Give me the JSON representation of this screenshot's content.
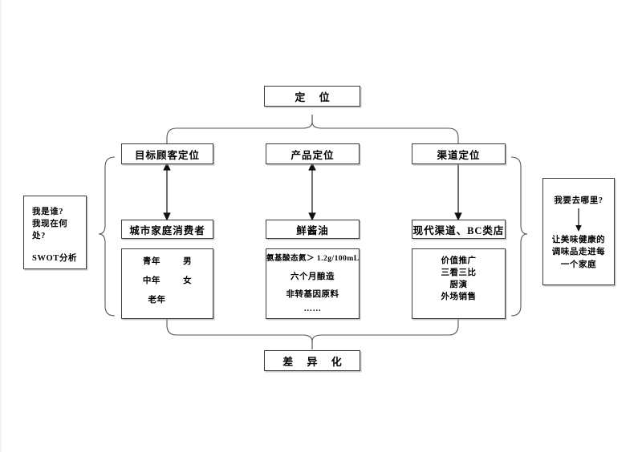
{
  "diagram": {
    "title_box": {
      "label": "定  位"
    },
    "bottom_box": {
      "label": "差  异  化"
    },
    "tier1": [
      {
        "label": "目标顾客定位"
      },
      {
        "label": "产品定位"
      },
      {
        "label": "渠道定位"
      }
    ],
    "tier2": [
      {
        "label": "城市家庭消费者"
      },
      {
        "label": "鲜酱油"
      },
      {
        "label": "现代渠道、BC类店"
      }
    ],
    "details": [
      {
        "rows": [
          {
            "left": "青年",
            "right": "男"
          },
          {
            "left": "中年",
            "right": "女"
          },
          {
            "left": "老年",
            "right": ""
          }
        ]
      },
      {
        "rows": [
          {
            "left": "氨基酸态氮＞ 1.2g/100mL",
            "right": ""
          },
          {
            "left": "六个月酿造",
            "right": ""
          },
          {
            "left": "非转基因原料",
            "right": ""
          },
          {
            "left": "……",
            "right": ""
          }
        ]
      },
      {
        "rows": [
          {
            "left": "价值推广",
            "right": ""
          },
          {
            "left": "三看三比",
            "right": ""
          },
          {
            "left": "厨演",
            "right": ""
          },
          {
            "left": "外场销售",
            "right": ""
          }
        ]
      }
    ],
    "left_box": {
      "line1": "我是谁?",
      "line2": "我现在何",
      "line3": "处?",
      "line4": "SWOT分析"
    },
    "right_box": {
      "question": "我要去哪里?",
      "line1": "让美味健康的",
      "line2": "调味品走进每",
      "line3": "一个家庭"
    }
  },
  "colors": {
    "stroke": "#3a3a3a",
    "connector": "#555555",
    "background": "#ffffff"
  }
}
